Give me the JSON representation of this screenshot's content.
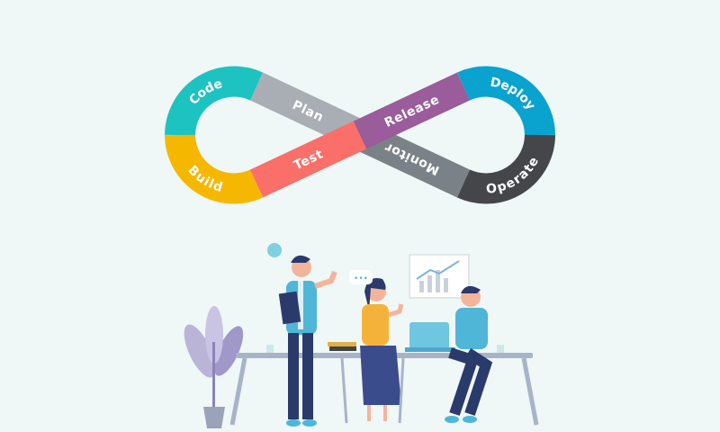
{
  "diagram": {
    "stages": [
      {
        "id": "code",
        "label": "Code",
        "color": "#1cc3c0"
      },
      {
        "id": "build",
        "label": "Build",
        "color": "#f5b700"
      },
      {
        "id": "test",
        "label": "Test",
        "color": "#fa6f69"
      },
      {
        "id": "plan",
        "label": "Plan",
        "color": "#a9adb4"
      },
      {
        "id": "release",
        "label": "Release",
        "color": "#9a5c9a"
      },
      {
        "id": "monitor",
        "label": "Monitor",
        "color": "#7b8287"
      },
      {
        "id": "deploy",
        "label": "Deploy",
        "color": "#0aa2ce"
      },
      {
        "id": "operate",
        "label": "Operate",
        "color": "#454649"
      }
    ]
  },
  "illustration": {
    "speech_bubble_dots": "•••"
  }
}
